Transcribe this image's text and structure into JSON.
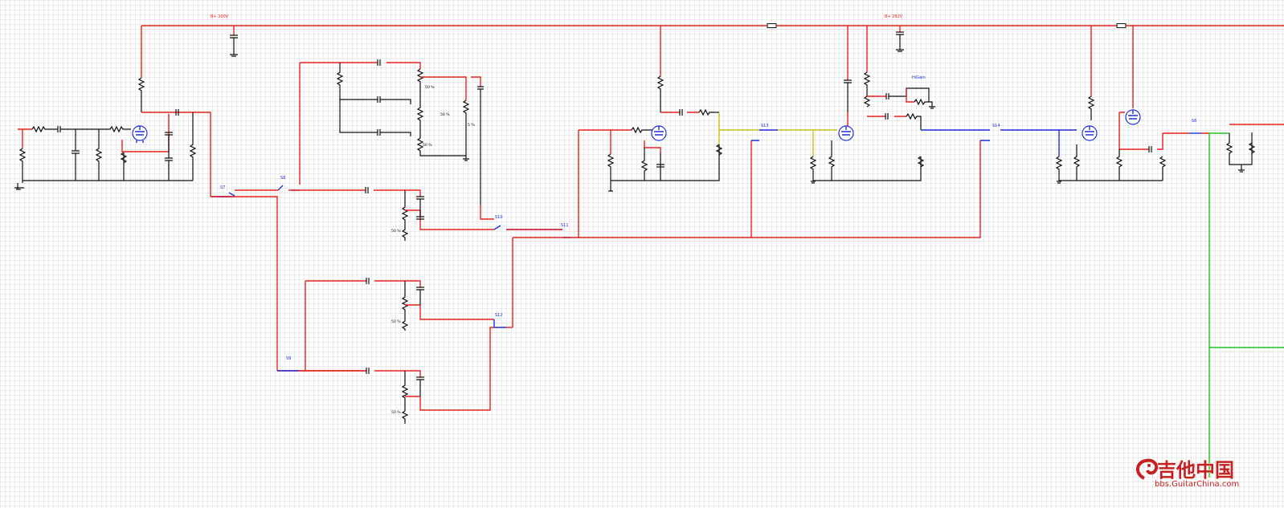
{
  "schematic": {
    "supply_labels": [
      "B+ 200V",
      "B+ 282V"
    ],
    "switch_labels": [
      "S7",
      "S8",
      "S9",
      "S10",
      "S11",
      "S12",
      "S13",
      "S14",
      "S6"
    ],
    "pot_labels": [
      "50 %",
      "50 %",
      "50 %",
      "5 %",
      "50 %",
      "50 %",
      "50 %"
    ],
    "hi_gain_label": "HiGain"
  },
  "watermark": {
    "chinese": "吉他中国",
    "url": "bbs.GuitarChina.com"
  },
  "colors": {
    "supply_wire": "#e8231f",
    "signal_wire": "#1f2fd8",
    "ground_wire": "#111111",
    "output_wire": "#22c322",
    "selected_wire": "#c9c21a",
    "grid_background": "#ffffff"
  }
}
